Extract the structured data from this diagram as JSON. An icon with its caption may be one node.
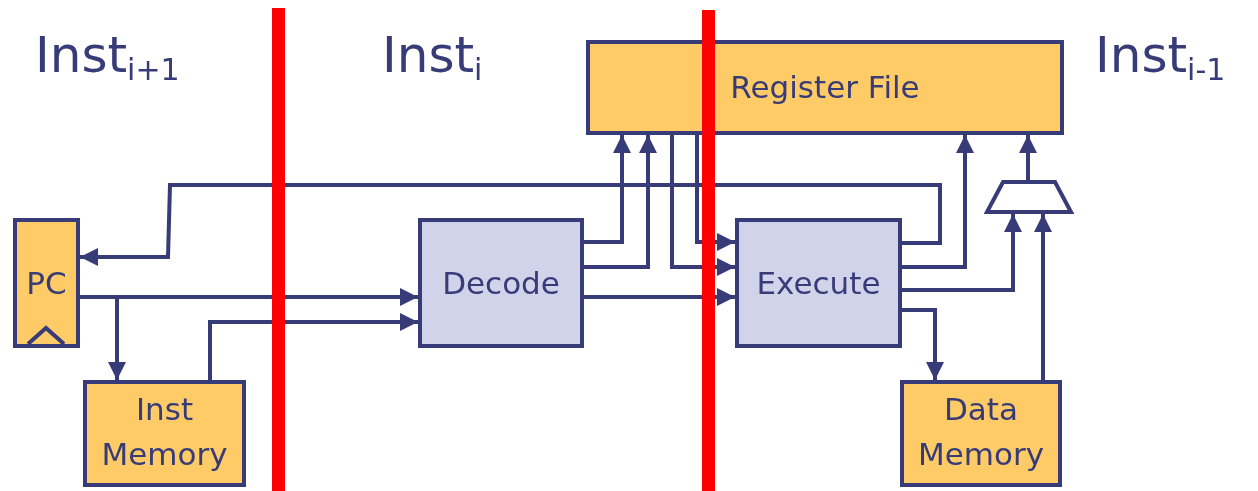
{
  "diagram": {
    "nodes": [
      {
        "text": [
          "PC"
        ]
      },
      {
        "text": [
          "Inst Memory"
        ]
      },
      {
        "text": [
          "Decode"
        ]
      },
      {
        "text": [
          "Register File"
        ]
      },
      {
        "text": [
          "Execute"
        ]
      },
      {
        "text": [
          "Data Memory"
        ]
      },
      {
        "text": [],
        "shape": "trapezoid"
      }
    ],
    "edges": [
      {
        "from": 4,
        "to": 0,
        "arrow": "to"
      },
      {
        "from": 0,
        "to": 2,
        "arrow": "to"
      },
      {
        "from": 0,
        "to": 1,
        "arrow": "to"
      },
      {
        "from": 1,
        "to": 2,
        "arrow": "to"
      },
      {
        "from": 2,
        "to": 3,
        "arrow": "to"
      },
      {
        "from": 2,
        "to": 3,
        "arrow": "to"
      },
      {
        "from": 3,
        "to": 4,
        "arrow": "to"
      },
      {
        "from": 3,
        "to": 4,
        "arrow": "to"
      },
      {
        "from": 2,
        "to": 4,
        "arrow": "to"
      },
      {
        "from": 4,
        "to": 3,
        "arrow": "to"
      },
      {
        "from": 4,
        "to": 6,
        "arrow": "to"
      },
      {
        "from": 4,
        "to": 5,
        "arrow": "to"
      },
      {
        "from": 5,
        "to": 6,
        "arrow": "to"
      },
      {
        "from": 6,
        "to": 3,
        "arrow": "to"
      }
    ],
    "labels": [
      "Inst$_{i+1}$",
      "Inst$_{i}$",
      "Inst$_{i-1}$"
    ]
  }
}
